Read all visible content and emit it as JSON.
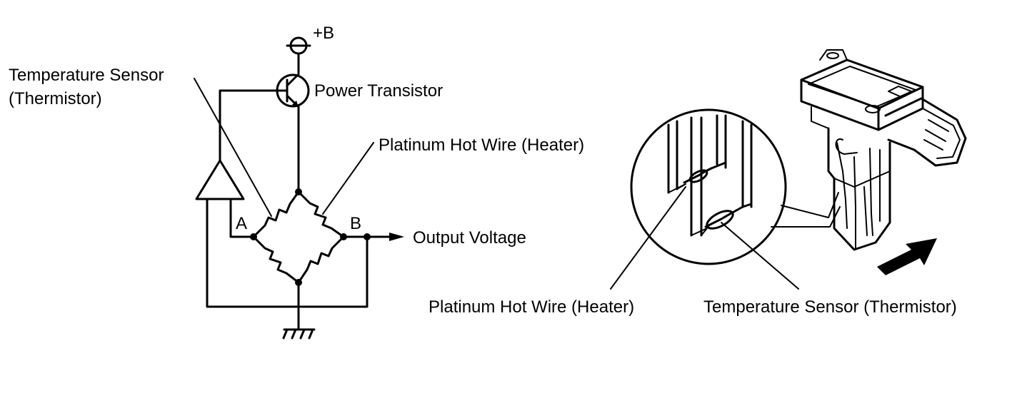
{
  "circuit": {
    "supply_label": "+B",
    "transistor_label": "Power Transistor",
    "temp_sensor_label_line1": "Temperature Sensor",
    "temp_sensor_label_line2": "(Thermistor)",
    "hot_wire_label": "Platinum Hot Wire (Heater)",
    "node_a_label": "A",
    "node_b_label": "B",
    "output_label": "Output Voltage"
  },
  "sensor_illustration": {
    "hot_wire_label": "Platinum Hot Wire (Heater)",
    "temp_sensor_label": "Temperature Sensor (Thermistor)"
  }
}
